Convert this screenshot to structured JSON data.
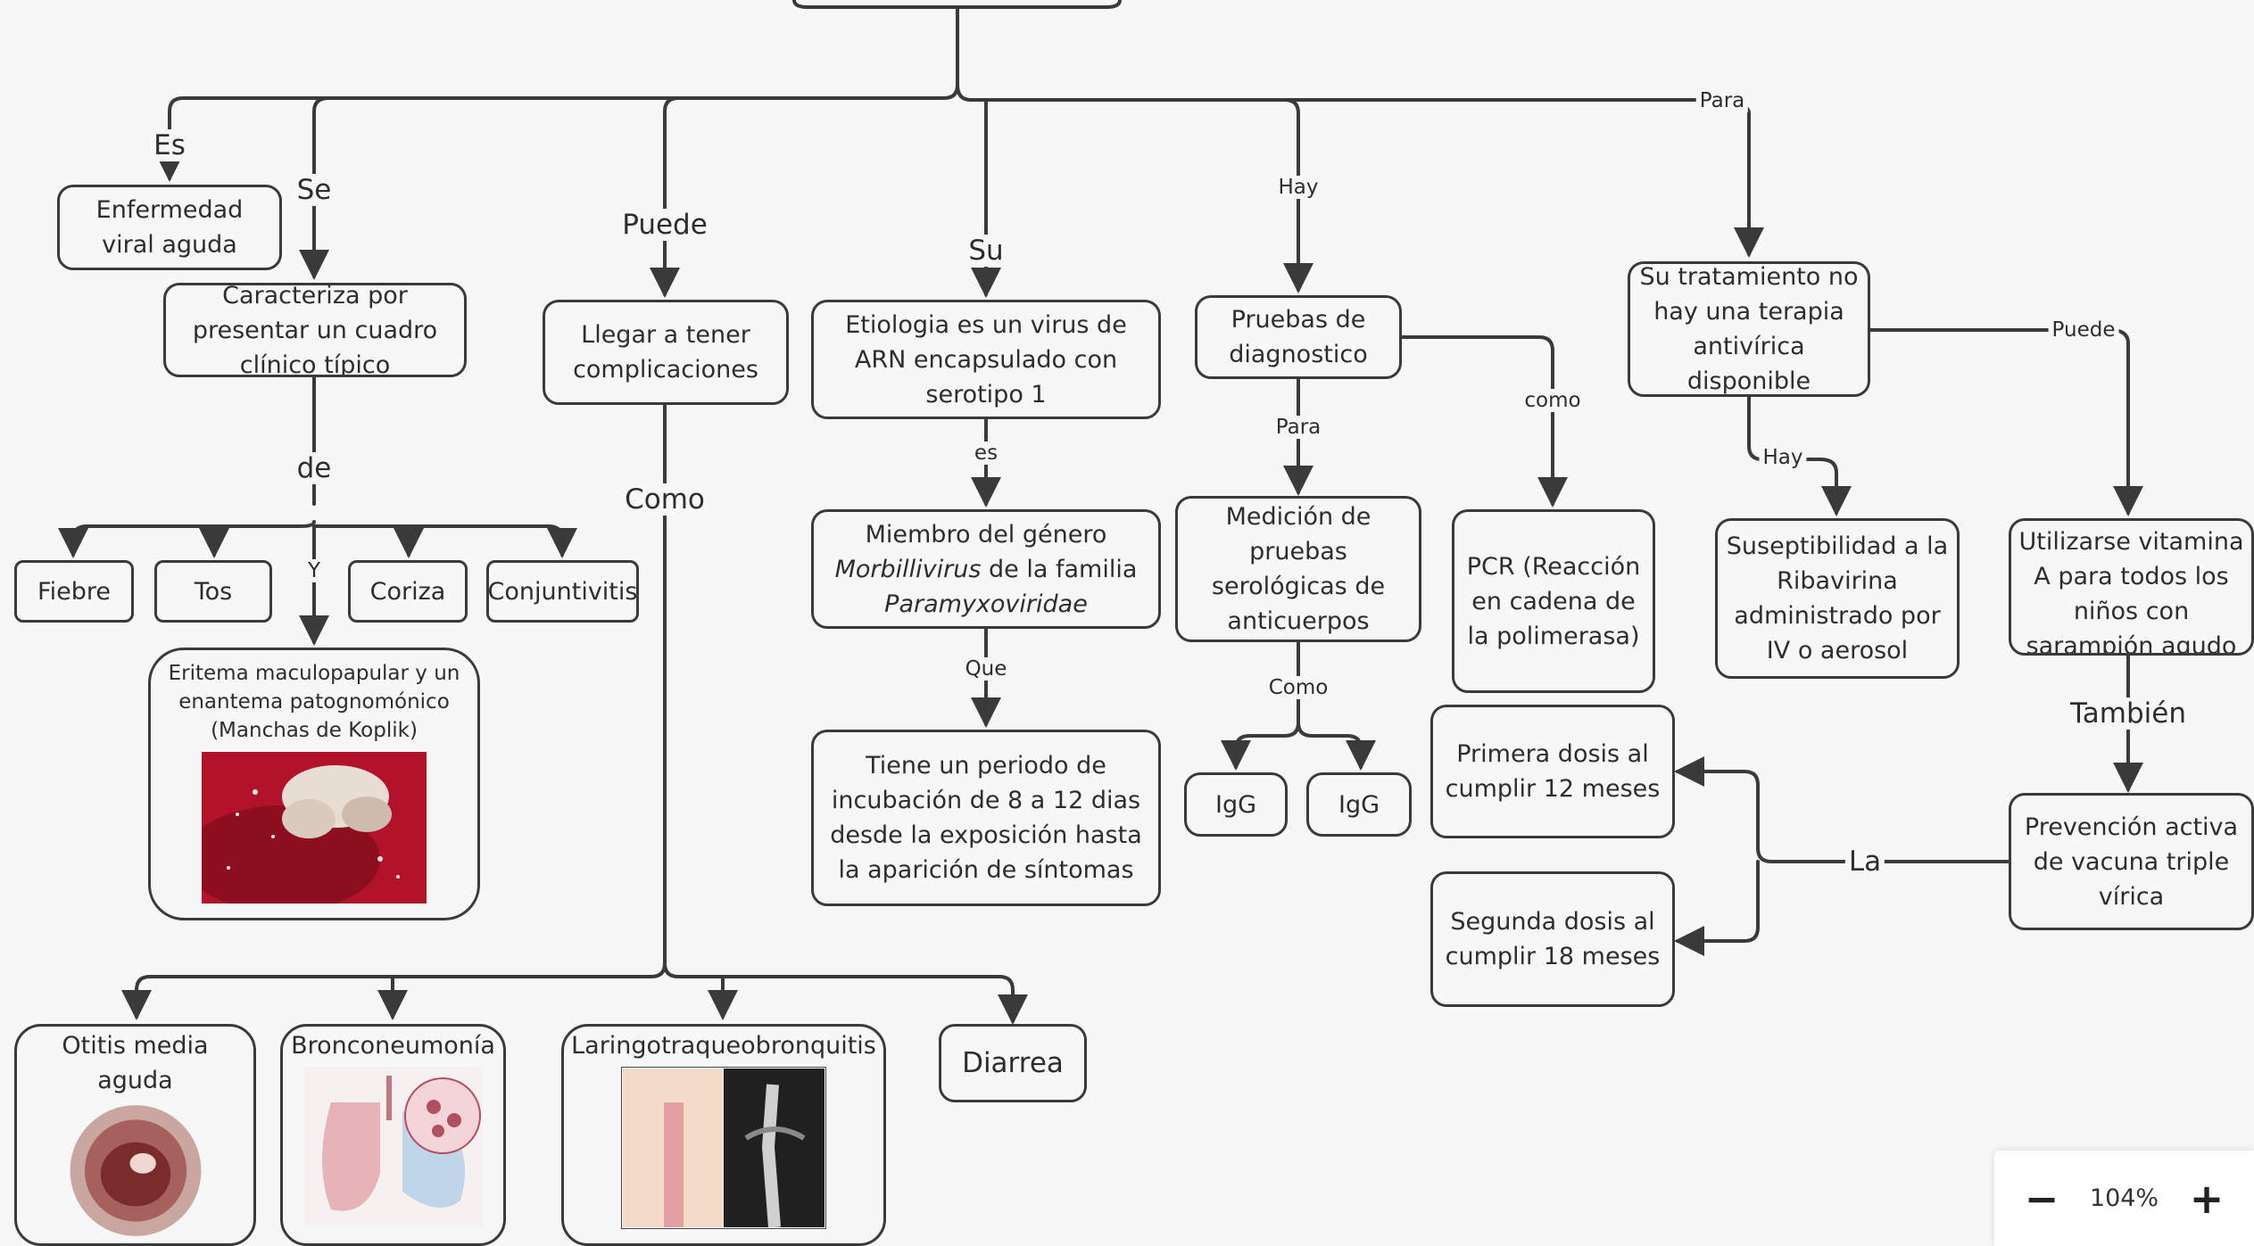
{
  "nodes": {
    "enfermedad": "Enfermedad viral aguda",
    "caracteriza": "Caracteriza por presentar un cuadro clínico típico",
    "complicaciones": "Llegar a tener complicaciones",
    "etiologia": "Etiologia es un virus de ARN encapsulado con serotipo 1",
    "miembro_1": "Miembro del género",
    "miembro_genus": "Morbillivirus",
    "miembro_2": " de la familia",
    "miembro_family": "Paramyxoviridae",
    "incubacion": "Tiene un periodo de incubación de 8 a 12 dias desde la exposición hasta la aparición de síntomas",
    "pruebas": "Pruebas de diagnostico",
    "medicion": "Medición de pruebas serológicas de anticuerpos",
    "pcr": "PCR (Reacción en cadena de la polimerasa)",
    "igg_1": "IgG",
    "igg_2": "IgG",
    "primera": "Primera dosis al cumplir 12 meses",
    "segunda": "Segunda dosis al cumplir 18 meses",
    "tratamiento": "Su tratamiento no hay una terapia antivírica disponible",
    "ribavirina": "Suseptibilidad a la Ribavirina administrado por IV o aerosol",
    "vitamina": "Utilizarse vitamina A para todos los niños con sarampión agudo",
    "prevencion": "Prevención activa de vacuna triple vírica",
    "fiebre": "Fiebre",
    "tos": "Tos",
    "coriza": "Coriza",
    "conjuntivitis": "Conjuntivitis",
    "eritema": "Eritema maculopapular y un enantema patognomónico (Manchas de Koplik)",
    "otitis": "Otitis media aguda",
    "bronco": "Bronconeumonía",
    "laringo": "Laringotraqueobronquitis",
    "diarrea": "Diarrea"
  },
  "labels": {
    "es": "Es",
    "se": "Se",
    "puede": "Puede",
    "su": "Su",
    "hay": "Hay",
    "para_top": "Para",
    "de": "de",
    "y": "Y",
    "como": "Como",
    "es_small": "es",
    "que": "Que",
    "para": "Para",
    "como_lower": "como",
    "como_small": "Como",
    "hay_small": "Hay",
    "puede_small": "Puede",
    "tambien": "También",
    "la": "La"
  },
  "zoom": {
    "minus": "−",
    "value": "104%",
    "plus": "+"
  },
  "colors": {
    "line": "#3a3a3a",
    "background": "#f7f7f7"
  }
}
